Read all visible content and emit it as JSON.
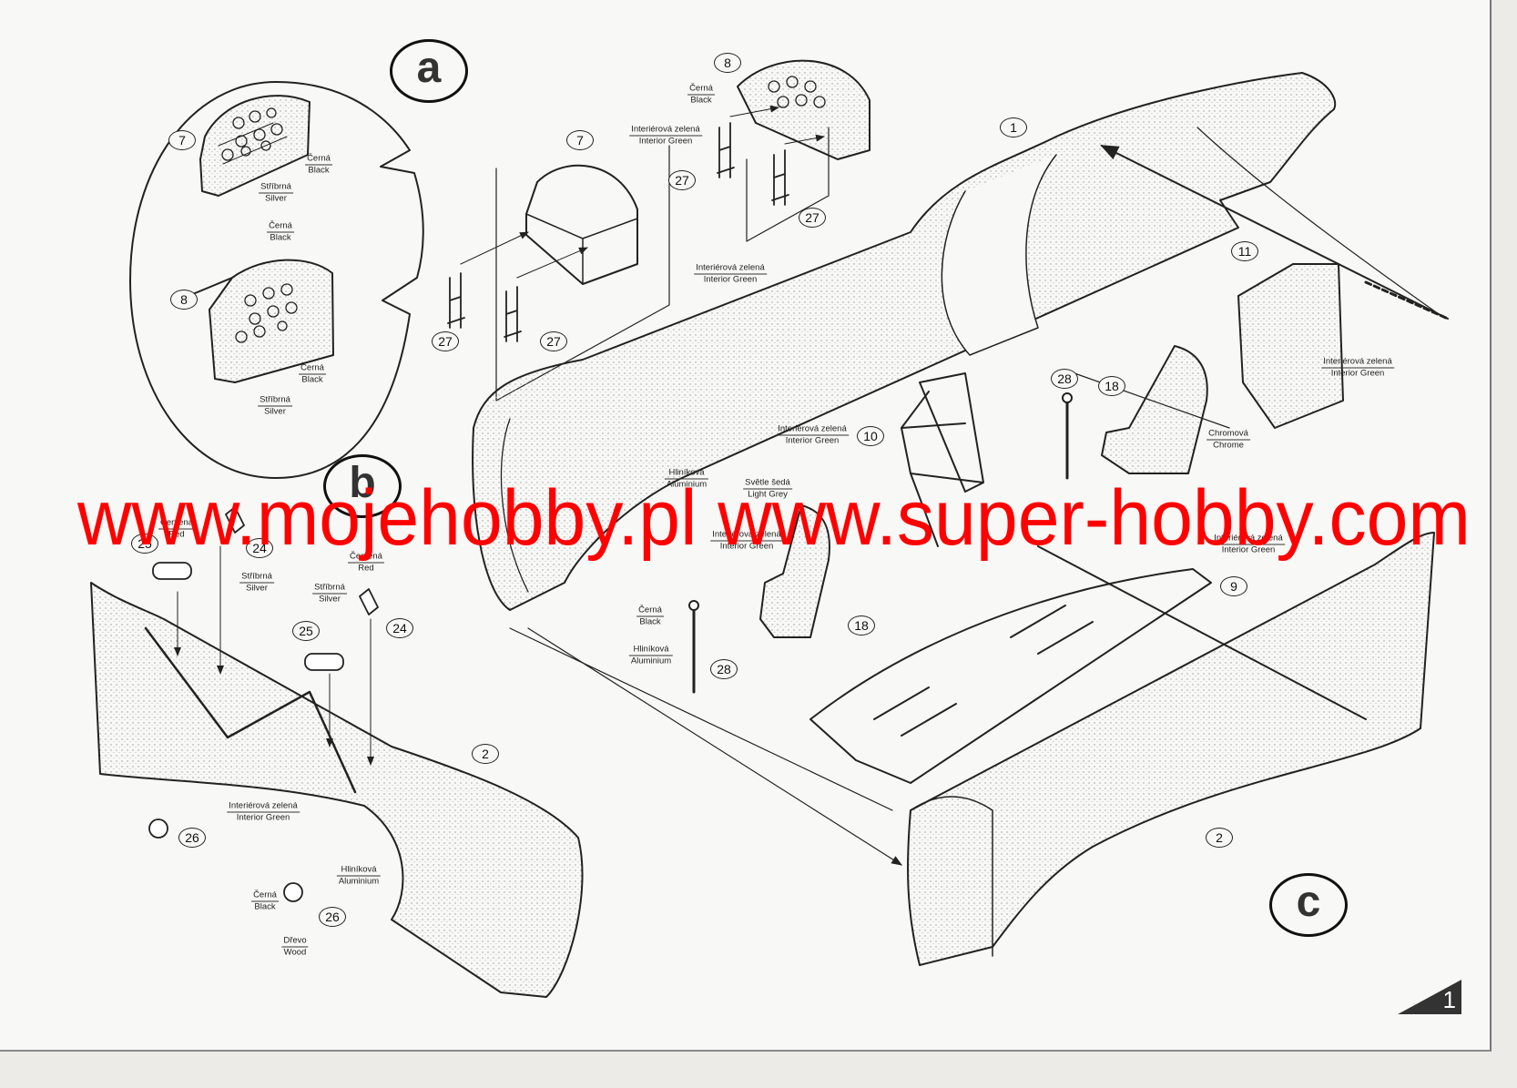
{
  "steps": {
    "a": "a",
    "b": "b",
    "c": "c"
  },
  "page_number": "1",
  "watermark": "www.mojehobby.pl www.super-hobby.com",
  "parts": {
    "p1": "1",
    "p2": "2",
    "p7": "7",
    "p8": "8",
    "p9": "9",
    "p10": "10",
    "p11": "11",
    "p18": "18",
    "p24": "24",
    "p25": "25",
    "p26": "26",
    "p27": "27",
    "p28": "28"
  },
  "colors": {
    "black": {
      "cz": "Černá",
      "en": "Black"
    },
    "silver": {
      "cz": "Stříbrná",
      "en": "Silver"
    },
    "interior_green": {
      "cz": "Interiérová zelená",
      "en": "Interior Green"
    },
    "aluminium": {
      "cz": "Hliníková",
      "en": "Aluminium"
    },
    "light_grey": {
      "cz": "Světle šedá",
      "en": "Light Grey"
    },
    "chrome": {
      "cz": "Chromová",
      "en": "Chrome"
    },
    "red": {
      "cz": "Červená",
      "en": "Red"
    },
    "wood": {
      "cz": "Dřevo",
      "en": "Wood"
    }
  },
  "watermark_color": "#ff0000"
}
